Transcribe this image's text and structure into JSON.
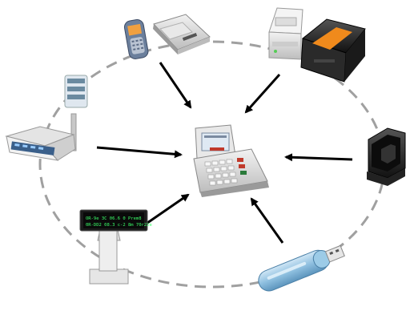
{
  "diagram": {
    "ring_style": "dashed",
    "ring_color": "#a0a0a0",
    "arrow_color": "#000000",
    "hub": {
      "name": "pos-terminal",
      "icon": "pos-terminal-icon"
    },
    "devices": [
      {
        "name": "mobile-phone",
        "icon": "mobile-phone-icon"
      },
      {
        "name": "card-reader",
        "icon": "card-reader-icon"
      },
      {
        "name": "receipt-printer-white",
        "icon": "receipt-printer-icon"
      },
      {
        "name": "receipt-printer-black",
        "icon": "receipt-printer-icon"
      },
      {
        "name": "weighing-scale",
        "icon": "weighing-scale-icon"
      },
      {
        "name": "barcode-scanner",
        "icon": "barcode-scanner-icon"
      },
      {
        "name": "customer-display",
        "icon": "customer-display-icon"
      },
      {
        "name": "usb-flash-drive",
        "icon": "usb-flash-drive-icon"
      }
    ],
    "customer_display": {
      "line1": "OR-9e 3C 06.6 0 Prem8",
      "line2": "0R-DD2 08.3 c-2 8m 70r22e"
    }
  }
}
